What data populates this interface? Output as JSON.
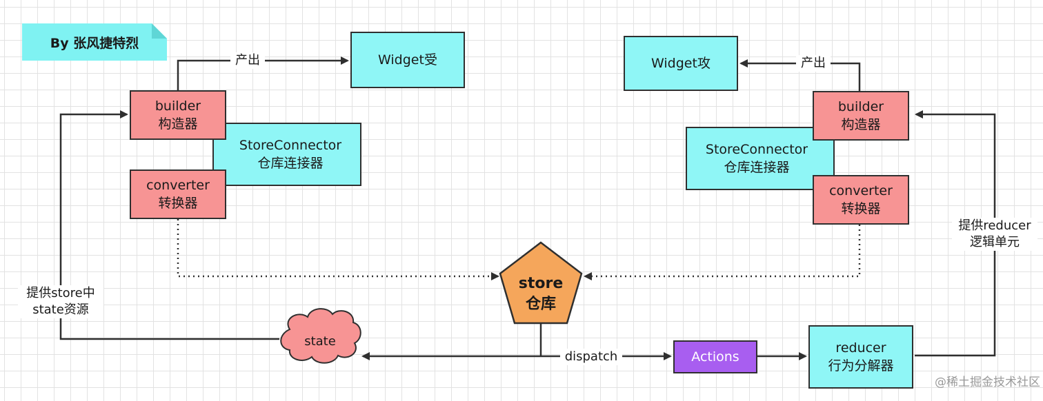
{
  "colors": {
    "cyan_box": "#8ff6f6",
    "red_box": "#f79494",
    "purple_box": "#a85ef0",
    "store_fill": "#f5a65b",
    "cloud_fill": "#f79494",
    "note_fill": "#7ff2f2",
    "line": "#2f2f2f"
  },
  "author_note": "By 张风捷特烈",
  "left": {
    "widget": "Widget受",
    "produce_label": "产出",
    "builder": {
      "line1": "builder",
      "line2": "构造器"
    },
    "connector": {
      "line1": "StoreConnector",
      "line2": "仓库连接器"
    },
    "converter": {
      "line1": "converter",
      "line2": "转换器"
    },
    "state_label": {
      "line1": "提供store中",
      "line2": "state资源"
    }
  },
  "right": {
    "widget": "Widget攻",
    "produce_label": "产出",
    "builder": {
      "line1": "builder",
      "line2": "构造器"
    },
    "connector": {
      "line1": "StoreConnector",
      "line2": "仓库连接器"
    },
    "converter": {
      "line1": "converter",
      "line2": "转换器"
    },
    "reducer_label": {
      "line1": "提供reducer",
      "line2": "逻辑单元"
    }
  },
  "store": {
    "line1": "store",
    "line2": "仓库"
  },
  "state": "state",
  "dispatch_label": "dispatch",
  "actions": "Actions",
  "reducer": {
    "line1": "reducer",
    "line2": "行为分解器"
  },
  "watermark": "@稀土掘金技术社区"
}
